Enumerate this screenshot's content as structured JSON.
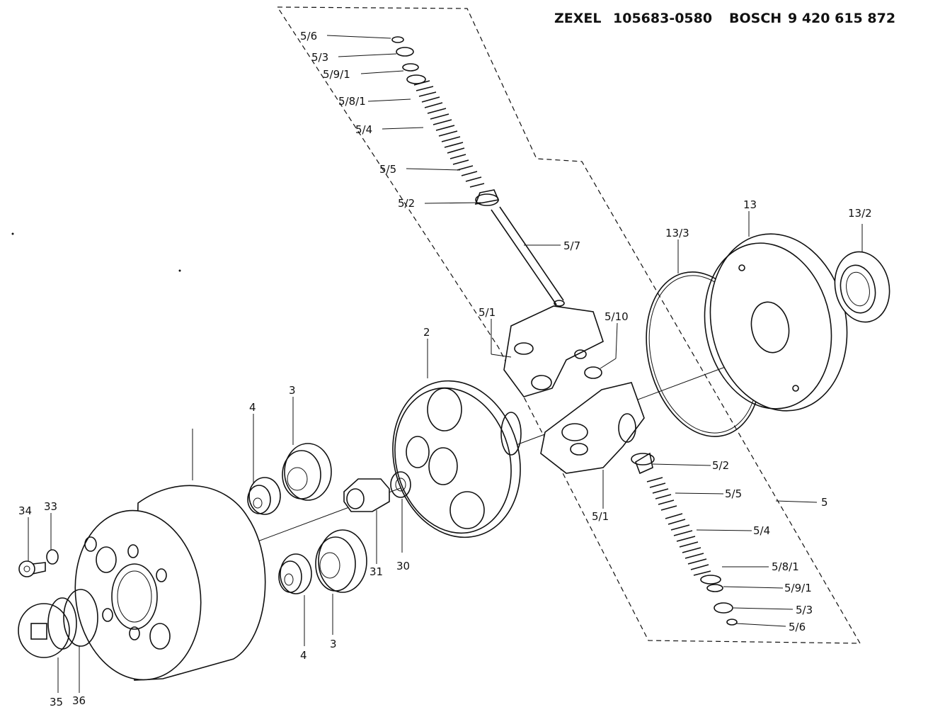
{
  "header": {
    "brand1": "ZEXEL",
    "part_no1": "105683-0580",
    "brand2": "BOSCH",
    "part_no2": "9 420 615 872"
  },
  "labels": {
    "l_5_6_top": "5/6",
    "l_5_3_top": "5/3",
    "l_5_9_1_top": "5/9/1",
    "l_5_8_1_top": "5/8/1",
    "l_5_4_top": "5/4",
    "l_5_5_top": "5/5",
    "l_5_2_top": "5/2",
    "l_5_7": "5/7",
    "l_5_1_top": "5/1",
    "l_5_10": "5/10",
    "l_13": "13",
    "l_13_2": "13/2",
    "l_13_3": "13/3",
    "l_2": "2",
    "l_3_top": "3",
    "l_4_top": "4",
    "l_5_2_bot": "5/2",
    "l_5_5_bot": "5/5",
    "l_5": "5",
    "l_5_4_bot": "5/4",
    "l_5_1_bot": "5/1",
    "l_5_8_1_bot": "5/8/1",
    "l_5_9_1_bot": "5/9/1",
    "l_5_3_bot": "5/3",
    "l_5_6_bot": "5/6",
    "l_34": "34",
    "l_33": "33",
    "l_31": "31",
    "l_30": "30",
    "l_4_bot": "4",
    "l_3_bot": "3",
    "l_35": "35",
    "l_36": "36"
  }
}
